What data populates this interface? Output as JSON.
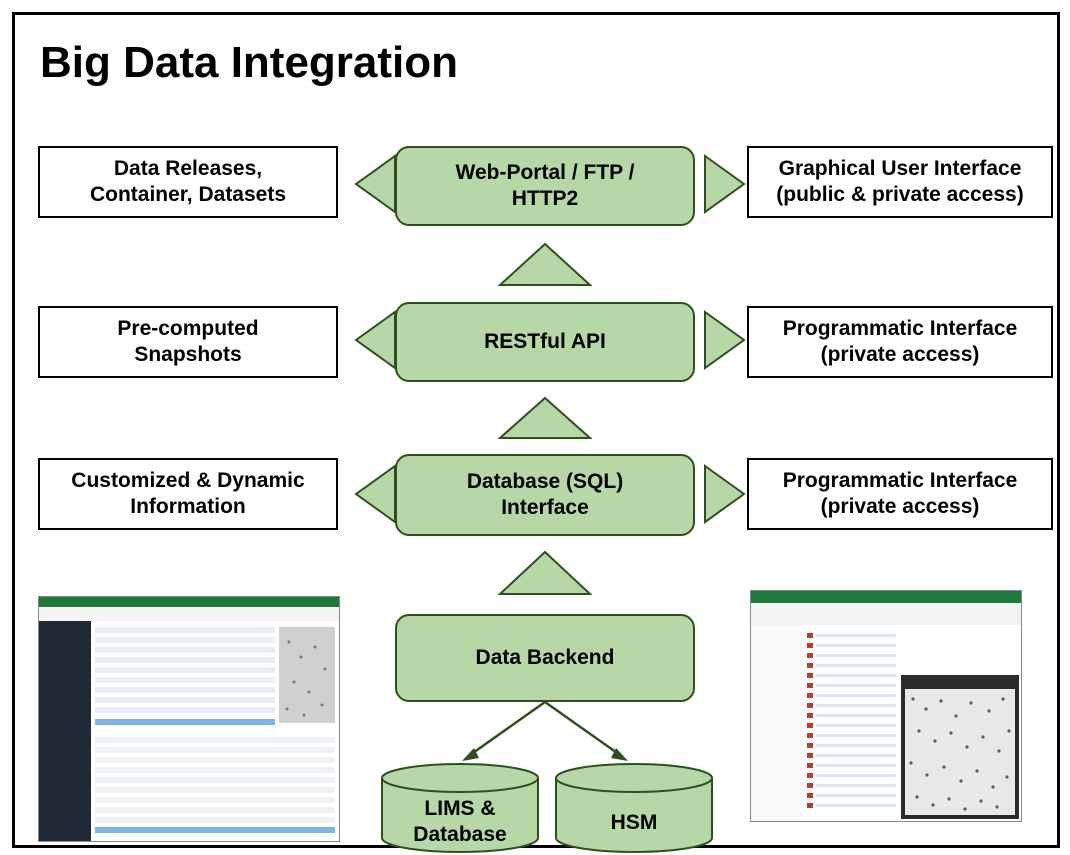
{
  "title": "Big Data Integration",
  "rows": [
    {
      "left": "Data Releases,\nContainer, Datasets",
      "center": "Web-Portal / FTP /\nHTTP2",
      "right": "Graphical User Interface\n(public & private access)"
    },
    {
      "left": "Pre-computed\nSnapshots",
      "center": "RESTful API",
      "right": "Programmatic Interface\n(private access)"
    },
    {
      "left": "Customized & Dynamic\nInformation",
      "center": "Database (SQL)\nInterface",
      "right": "Programmatic Interface\n(private access)"
    }
  ],
  "backend": "Data Backend",
  "storage": [
    "LIMS &\nDatabase",
    "HSM"
  ],
  "colors": {
    "node_fill": "#b5d8a6",
    "node_stroke": "#2f4f1f",
    "edge": "#2f4f1f"
  }
}
